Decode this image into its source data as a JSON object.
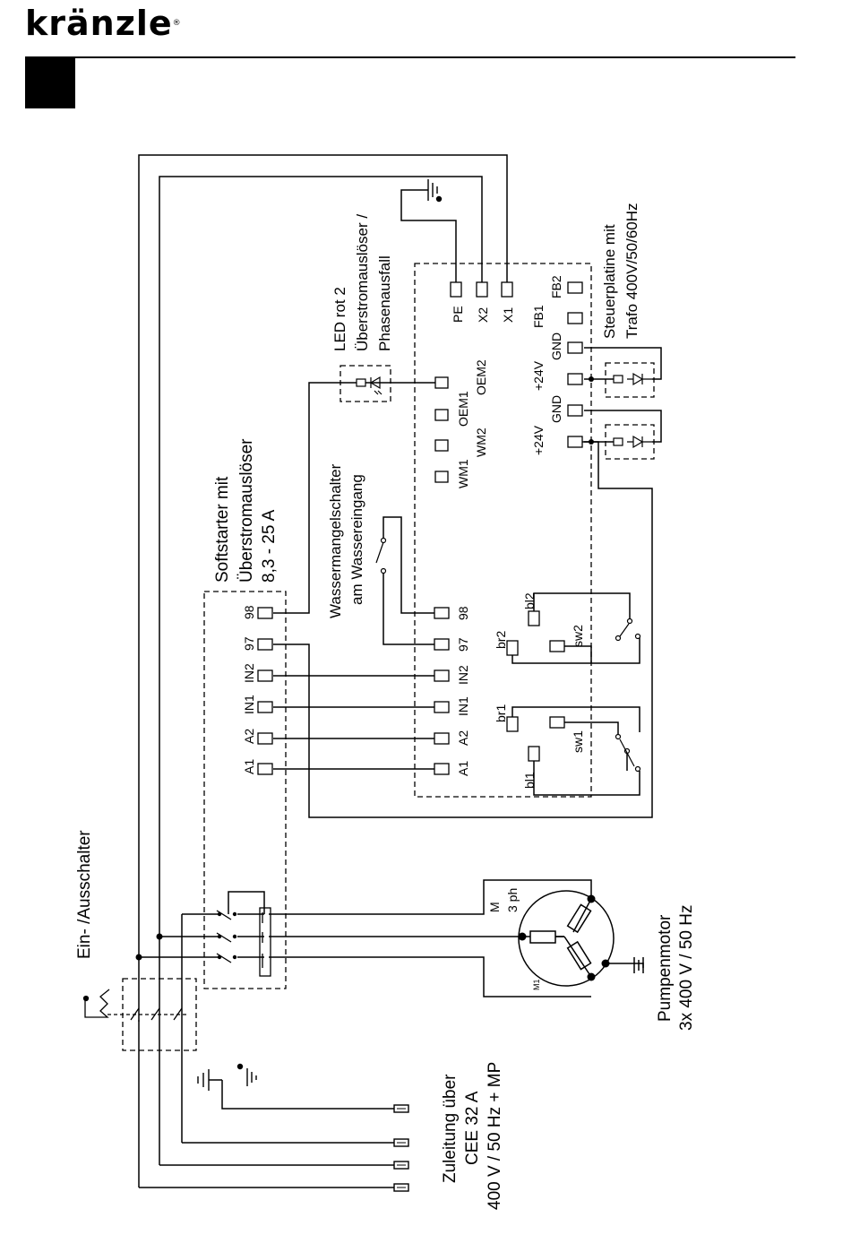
{
  "header": {
    "brand": "kränzle",
    "trademark": "®"
  },
  "labels": {
    "main_switch": "Ein- /Ausschalter",
    "supply": [
      "Zuleitung über",
      "CEE 32 A",
      "400 V / 50 Hz + MP"
    ],
    "softstarter": [
      "Softstarter mit",
      "Überstromauslöser",
      "8,3 - 25 A"
    ],
    "water_switch": [
      "Wassermangelschalter",
      "am Wassereingang"
    ],
    "led": [
      "LED rot 2",
      "Überstromauslöser /",
      "Phasenausfall"
    ],
    "control_board": [
      "Steuerplatine mit",
      "Trafo 400V/50/60Hz"
    ],
    "pump_motor": [
      "Pumpenmotor",
      "3x 400 V / 50 Hz"
    ],
    "motor_m": "M",
    "motor_phase": "3 ph",
    "motor_tag": "M1"
  },
  "softstarter_terminals": [
    "A1",
    "A2",
    "IN1",
    "IN2",
    "97",
    "98"
  ],
  "board_terminals_main": [
    "A1",
    "A2",
    "IN1",
    "IN2",
    "97",
    "98"
  ],
  "board_terminals_top": [
    "PE",
    "X2",
    "X1"
  ],
  "board_terminals_oem": [
    "WM1",
    "WM2",
    "OEM1",
    "OEM2"
  ],
  "board_terminals_fb": [
    "FB1",
    "FB2"
  ],
  "board_power_a": [
    "+24V",
    "GND"
  ],
  "board_power_b": [
    "+24V",
    "GND"
  ],
  "pressure_switch_1": {
    "wires": [
      "br1",
      "bl1",
      "sw1"
    ]
  },
  "pressure_switch_2": {
    "wires": [
      "br2",
      "bl2",
      "sw2"
    ]
  }
}
